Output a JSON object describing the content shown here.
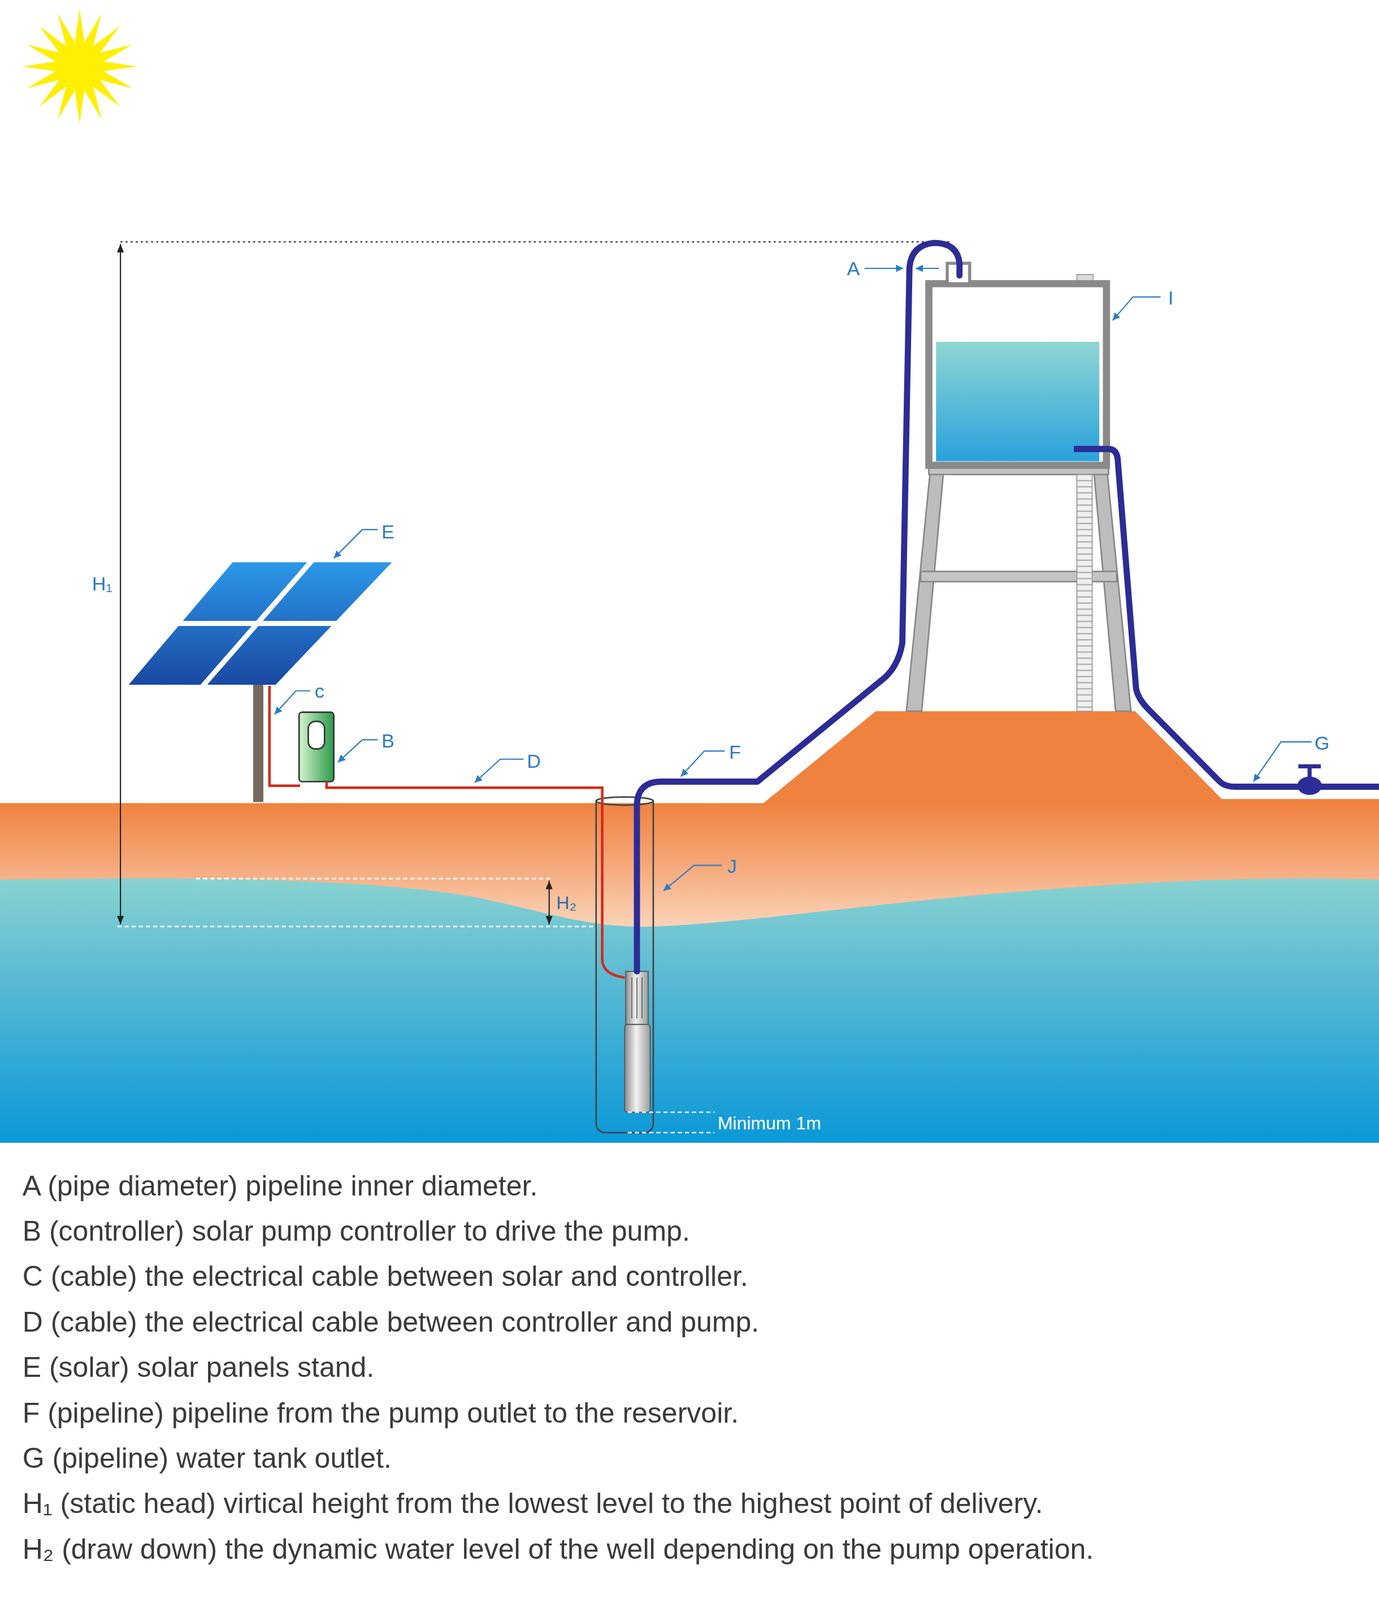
{
  "diagram": {
    "labels": [
      "A",
      "I",
      "E",
      "H₁",
      "c",
      "B",
      "D",
      "F",
      "G",
      "J",
      "H₂",
      "Minimum 1m",
      "A (pipe diameter) pipeline inner diameter.",
      "B (controller) solar pump controller to drive the pump.",
      "C (cable) the electrical cable between solar and controller.",
      "D (cable) the electrical cable between controller and pump.",
      "E (solar) solar panels stand.",
      "F (pipeline) pipeline from the pump outlet to the reservoir.",
      "G (pipeline) water tank outlet.",
      "H₁ (static head) virtical height from the lowest level to the highest point of delivery.",
      "H₂ (draw down) the dynamic water level of the well depending on the pump operation."
    ]
  }
}
